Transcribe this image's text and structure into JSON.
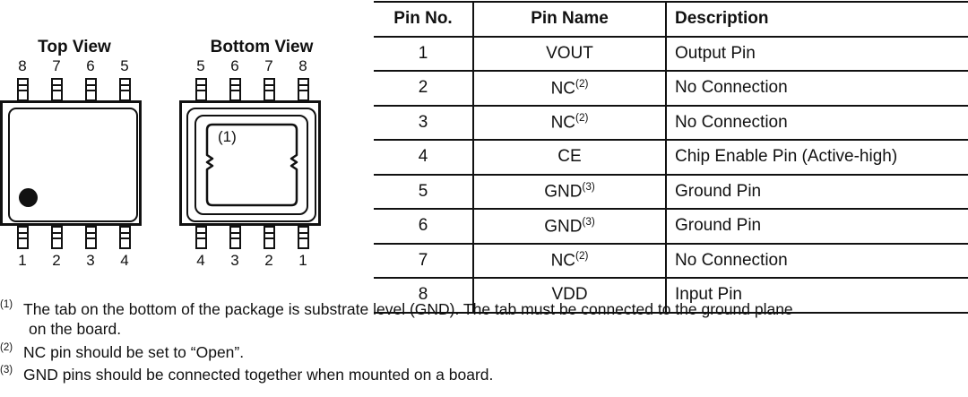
{
  "diagram": {
    "top_view": {
      "title": "Top View",
      "top_pins": [
        "8",
        "7",
        "6",
        "5"
      ],
      "bottom_pins": [
        "1",
        "2",
        "3",
        "4"
      ],
      "pin1_marker": "pin1-dot"
    },
    "bottom_view": {
      "title": "Bottom View",
      "top_pins": [
        "5",
        "6",
        "7",
        "8"
      ],
      "bottom_pins": [
        "4",
        "3",
        "2",
        "1"
      ],
      "pad_label": "(1)"
    }
  },
  "table": {
    "headers": {
      "pin_no": "Pin No.",
      "pin_name": "Pin Name",
      "description": "Description"
    },
    "rows": [
      {
        "no": "1",
        "name": "VOUT",
        "note": "",
        "desc": "Output Pin"
      },
      {
        "no": "2",
        "name": "NC",
        "note": "(2)",
        "desc": "No Connection"
      },
      {
        "no": "3",
        "name": "NC",
        "note": "(2)",
        "desc": "No Connection"
      },
      {
        "no": "4",
        "name": "CE",
        "note": "",
        "desc": "Chip Enable Pin (Active-high)"
      },
      {
        "no": "5",
        "name": "GND",
        "note": "(3)",
        "desc": "Ground Pin"
      },
      {
        "no": "6",
        "name": "GND",
        "note": "(3)",
        "desc": "Ground Pin"
      },
      {
        "no": "7",
        "name": "NC",
        "note": "(2)",
        "desc": "No Connection"
      },
      {
        "no": "8",
        "name": "VDD",
        "note": "",
        "desc": "Input Pin"
      }
    ]
  },
  "footnotes": [
    {
      "mark": "(1)",
      "text": "The tab on the bottom of the package is substrate level (GND). The tab must be connected to the ground plane",
      "cont": "on the board."
    },
    {
      "mark": "(2)",
      "text": "NC pin should be set to “Open”.",
      "cont": ""
    },
    {
      "mark": "(3)",
      "text": "GND pins should be connected together when mounted on a board.",
      "cont": ""
    }
  ],
  "colors": {
    "ink": "#111111",
    "background": "#ffffff"
  }
}
